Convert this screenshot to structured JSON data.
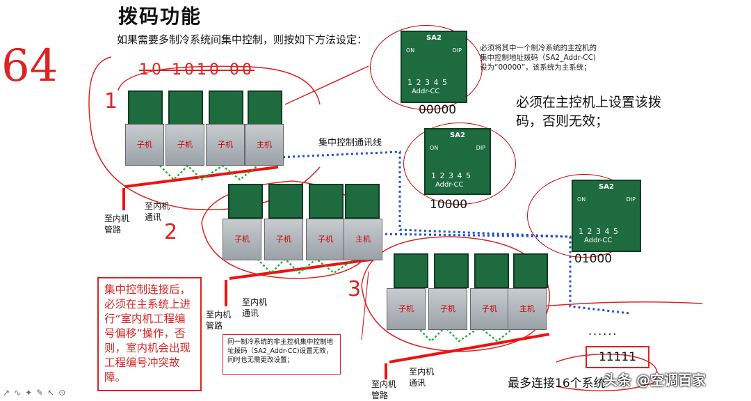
{
  "title": "拨码功能",
  "subtitle": "如果需要多制冷系统间集中控制，则按如下方法设定：",
  "note_top": "必须将其中一个制冷系统的主控机的集中控制地址拨码（SA2_Addr-CC)设为“00000”，该系统为主系统；",
  "note_main": "必须在主控机上设置该拨码，否则无效；",
  "handwritten": {
    "num64": "64",
    "num1": "1",
    "num2": "2",
    "num3": "3",
    "strike": "10 1010 00"
  },
  "comm_line_label": "集中控制通讯线",
  "dip": {
    "header": "SA2",
    "on": "ON",
    "dip": "DIP",
    "footer": "Addr-CC",
    "numbers": "1 2 3 4 5"
  },
  "codes": {
    "c1": "00000",
    "c2": "10000",
    "c3": "01000",
    "c4": "11111"
  },
  "unit_labels": {
    "child": "子机",
    "master": "主机"
  },
  "pipe_labels": {
    "indoor_pipe": "至内机\n管路",
    "indoor_comm": "至内机\n通讯"
  },
  "red_note": "集中控制连接后，必须在主系统上进行“室内机工程编号偏移”操作，否则，室内机会出现工程编号冲突故障。",
  "info_note": "同一制冷系统的非主控机集中控制地址拨码（SA2_Addr-CC)设置无效，同时也无需更改设置；",
  "ellipsis": "......",
  "max_connect": "最多连接16个系统",
  "watermark": "头条 @空调百家",
  "toolbar_icons": "↗∿✦✎↖⊙"
}
